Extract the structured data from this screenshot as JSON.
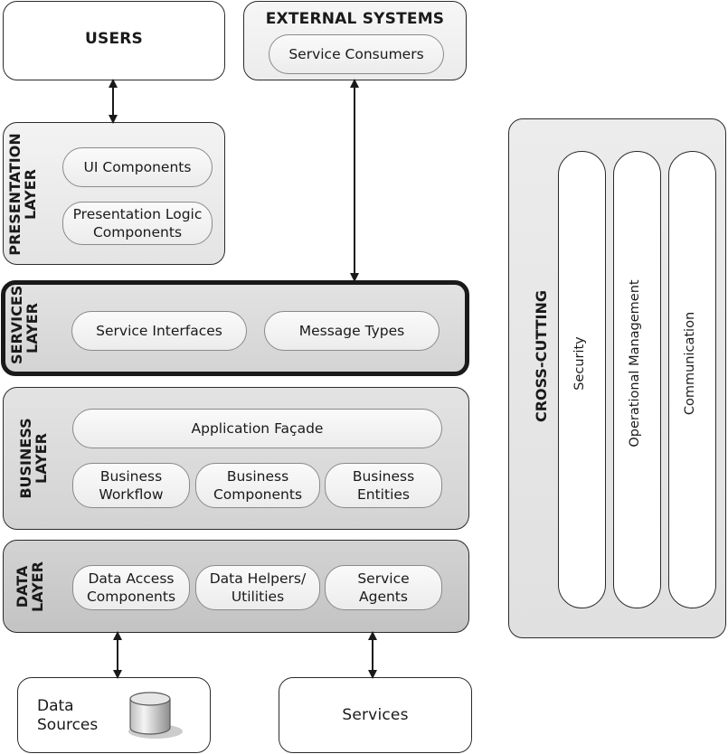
{
  "users": {
    "title": "USERS"
  },
  "external": {
    "title": "EXTERNAL SYSTEMS",
    "consumers": "Service Consumers"
  },
  "presentation": {
    "title_line1": "PRESENTATION",
    "title_line2": "LAYER",
    "components": [
      "UI Components",
      "Presentation Logic\nComponents"
    ]
  },
  "services": {
    "title_line1": "SERVICES",
    "title_line2": "LAYER",
    "components": [
      "Service Interfaces",
      "Message Types"
    ]
  },
  "business": {
    "title_line1": "BUSINESS",
    "title_line2": "LAYER",
    "facade": "Application Façade",
    "components": [
      "Business\nWorkflow",
      "Business\nComponents",
      "Business\nEntities"
    ]
  },
  "data": {
    "title_line1": "DATA",
    "title_line2": "LAYER",
    "components": [
      "Data Access\nComponents",
      "Data Helpers/\nUtilities",
      "Service\nAgents"
    ]
  },
  "data_sources": {
    "label_line1": "Data",
    "label_line2": "Sources"
  },
  "services_box": {
    "label": "Services"
  },
  "cross_cutting": {
    "title": "CROSS-CUTTING",
    "columns": [
      "Security",
      "Operational Management",
      "Communication"
    ]
  },
  "icons": {
    "database": "database-cylinder-icon",
    "arrow": "double-arrow-icon"
  },
  "colors": {
    "border": "#2b2b2b",
    "pill_border": "#8a8a8a",
    "services_border": "#1a1a1a"
  }
}
